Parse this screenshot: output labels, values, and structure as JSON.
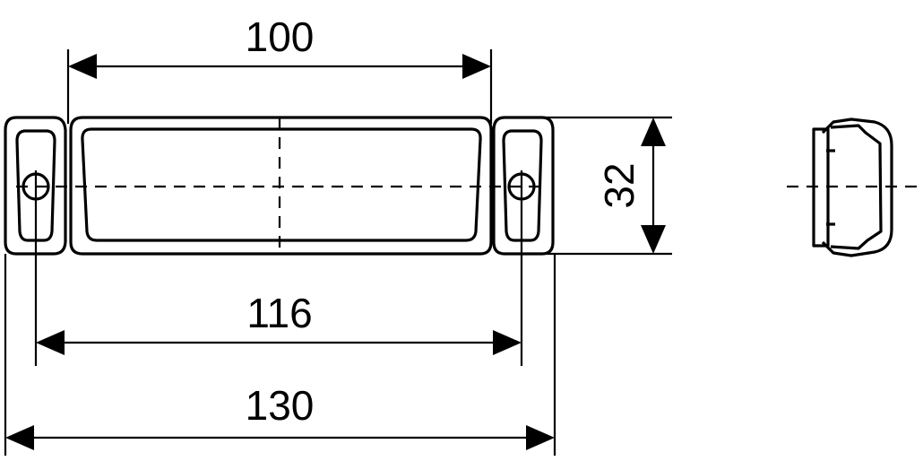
{
  "dimensions": {
    "top_width": "100",
    "hole_spacing": "116",
    "overall_width": "130",
    "height": "32"
  }
}
